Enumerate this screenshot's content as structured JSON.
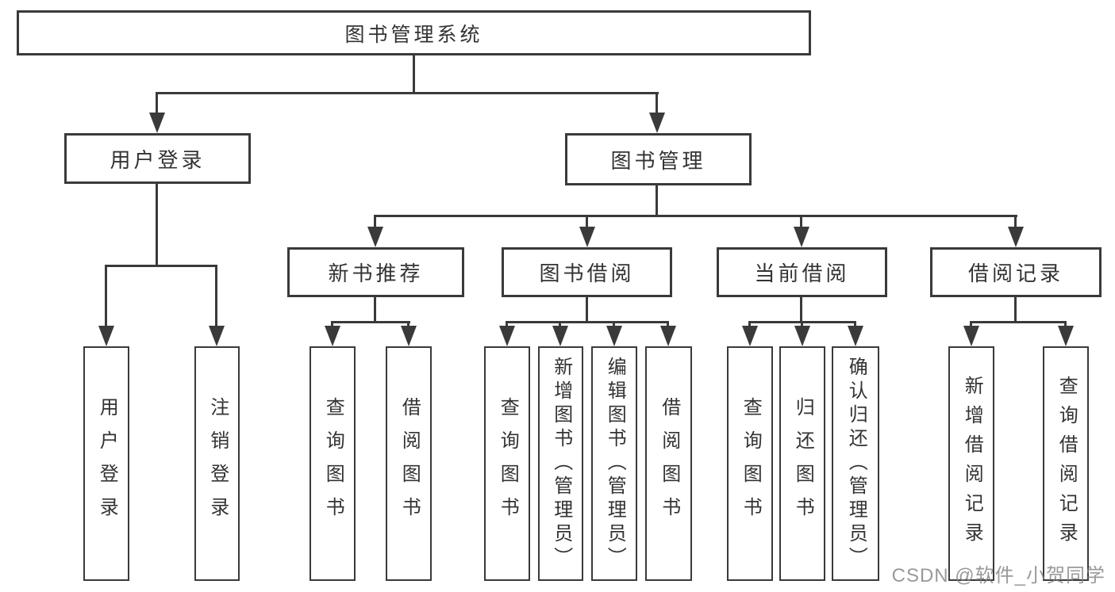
{
  "diagram": {
    "root": {
      "label": "图书管理系统"
    },
    "children": [
      {
        "label": "用户登录",
        "children": [
          {
            "label": "用户登录"
          },
          {
            "label": "注销登录"
          }
        ]
      },
      {
        "label": "图书管理",
        "children": [
          {
            "label": "新书推荐",
            "children": [
              {
                "label": "查询图书"
              },
              {
                "label": "借阅图书"
              }
            ]
          },
          {
            "label": "图书借阅",
            "children": [
              {
                "label": "查询图书"
              },
              {
                "label": "新增图书（管理员）"
              },
              {
                "label": "编辑图书（管理员）"
              },
              {
                "label": "借阅图书"
              }
            ]
          },
          {
            "label": "当前借阅",
            "children": [
              {
                "label": "查询图书"
              },
              {
                "label": "归还图书"
              },
              {
                "label": "确认归还（管理员）"
              }
            ]
          },
          {
            "label": "借阅记录",
            "children": [
              {
                "label": "新增借阅记录"
              },
              {
                "label": "查询借阅记录"
              }
            ]
          }
        ]
      }
    ]
  },
  "watermark": "CSDN @软件_小贺同学",
  "colors": {
    "line": "#3a3a3a",
    "box_border": "#3a3a3a",
    "text": "#333333",
    "watermark": "#808080",
    "background": "#ffffff"
  }
}
